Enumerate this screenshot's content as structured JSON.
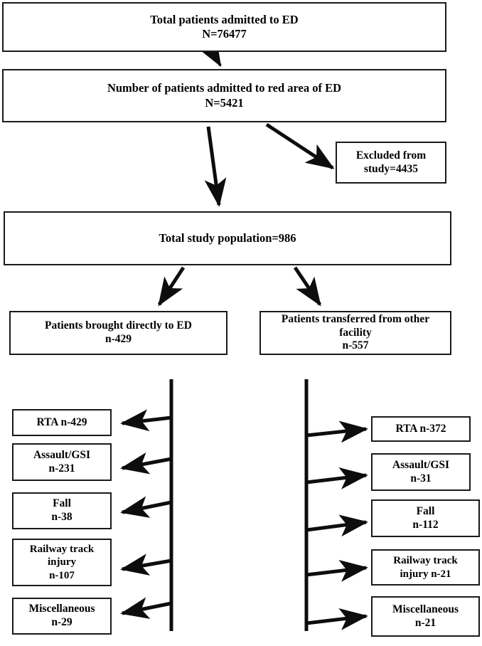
{
  "figure": {
    "type": "flowchart",
    "title": "Patient enrolment flow diagram",
    "colors": {
      "stroke": "#1a1a1a",
      "fill": "#ffffff",
      "text": "#000000"
    }
  },
  "nodes": {
    "total_admitted": {
      "line1": "Total patients admitted to ED",
      "line2": "N=76477"
    },
    "red_area": {
      "line1": "Number of patients admitted to red area of ED",
      "line2": "N=5421"
    },
    "excluded": {
      "line1": "Excluded from",
      "line2": "study=4435"
    },
    "study_population": {
      "line1": "Total study population=986"
    },
    "direct": {
      "line1": "Patients brought directly to ED",
      "line2": "n-429"
    },
    "transferred": {
      "line1": "Patients transferred from other",
      "line2": "facility",
      "line3": "n-557"
    }
  },
  "branches": {
    "left": {
      "parent": "Patients brought directly to ED",
      "items": [
        {
          "line1": "RTA n-429",
          "line2": "",
          "line3": ""
        },
        {
          "line1": "Assault/GSI",
          "line2": "n-231",
          "line3": ""
        },
        {
          "line1": "Fall",
          "line2": "n-38",
          "line3": ""
        },
        {
          "line1": "Railway track",
          "line2": "injury",
          "line3": "n-107"
        },
        {
          "line1": "Miscellaneous",
          "line2": "n-29",
          "line3": ""
        }
      ]
    },
    "right": {
      "parent": "Patients transferred from other facility",
      "items": [
        {
          "line1": "RTA n-372",
          "line2": "",
          "line3": ""
        },
        {
          "line1": "Assault/GSI",
          "line2": "n-31",
          "line3": ""
        },
        {
          "line1": "Fall",
          "line2": "n-112",
          "line3": ""
        },
        {
          "line1": "Railway track",
          "line2": "injury n-21",
          "line3": ""
        },
        {
          "line1": "Miscellaneous",
          "line2": "n-21",
          "line3": ""
        }
      ]
    }
  }
}
